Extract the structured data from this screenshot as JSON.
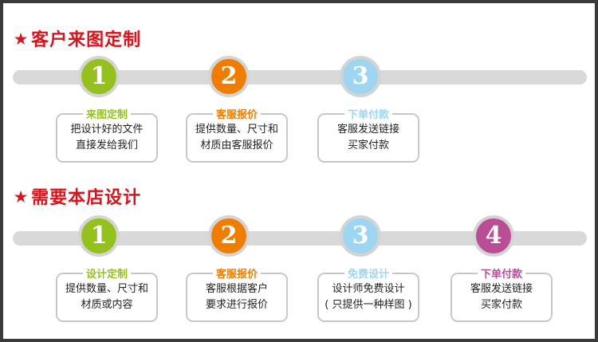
{
  "colors": {
    "green": "#95c11f",
    "orange": "#ef7d00",
    "blue": "#9ed5f0",
    "purple": "#b94d96",
    "red": "#d8151d"
  },
  "section1": {
    "star": "★",
    "title": "客户来图定制",
    "steps": [
      {
        "num": "1",
        "title": "来图定制",
        "line1": "把设计好的文件",
        "line2": "直接发给我们"
      },
      {
        "num": "2",
        "title": "客服报价",
        "line1": "提供数量、尺寸和",
        "line2": "材质由客服报价"
      },
      {
        "num": "3",
        "title": "下单付款",
        "line1": "客服发送链接",
        "line2": "买家付款"
      }
    ]
  },
  "section2": {
    "star": "★",
    "title": "需要本店设计",
    "steps": [
      {
        "num": "1",
        "title": "设计定制",
        "line1": "提供数量、尺寸和",
        "line2": "材质或内容"
      },
      {
        "num": "2",
        "title": "客服报价",
        "line1": "客服根据客户",
        "line2": "要求进行报价"
      },
      {
        "num": "3",
        "title": "免费设计",
        "line1": "设计师免费设计",
        "line2": "( 只提供一种样图 )"
      },
      {
        "num": "4",
        "title": "下单付款",
        "line1": "客服发送链接",
        "line2": "买家付款"
      }
    ]
  }
}
